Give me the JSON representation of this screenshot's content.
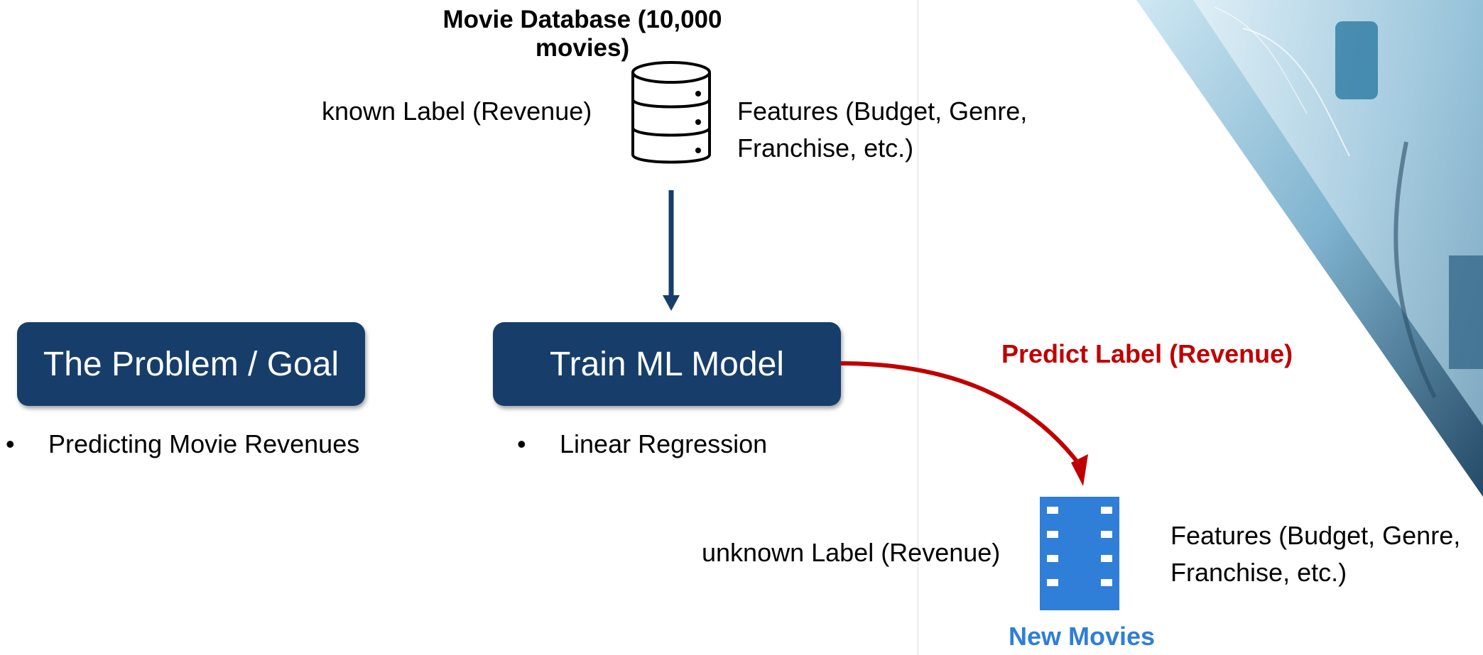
{
  "diagram": {
    "database_title": "Movie Database (10,000 movies)",
    "known_label": "known Label (Revenue)",
    "features_top": [
      "Features (Budget, Genre,",
      "Franchise, etc.)"
    ],
    "problem_box": "The Problem / Goal",
    "problem_bullet": "Predicting Movie Revenues",
    "model_box": "Train ML Model",
    "model_bullet": "Linear Regression",
    "predict_label": "Predict Label (Revenue)",
    "unknown_label": "unknown Label (Revenue)",
    "features_bottom": [
      "Features (Budget, Genre,",
      "Franchise, etc.)"
    ],
    "new_movies": "New Movies",
    "bullet_char": "•"
  },
  "colors": {
    "box_fill": "#173e6a",
    "arrow_dark": "#173e6a",
    "predict_arrow": "#c00000",
    "film_blue": "#2f7ed8"
  },
  "icons": [
    "database-icon",
    "film-strip-icon",
    "robot-image"
  ]
}
